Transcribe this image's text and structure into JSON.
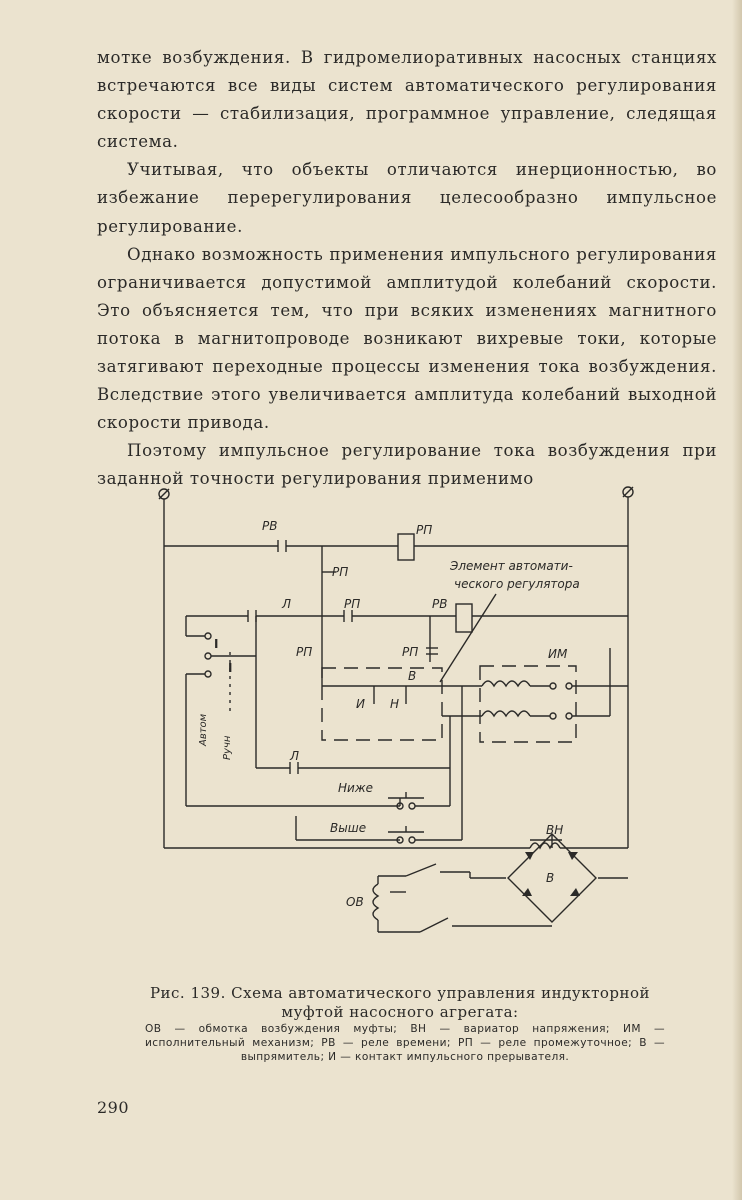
{
  "body": {
    "paragraphs": [
      "мотке возбуждения. В гидромелиоративных насосных станциях встречаются все виды систем автоматического регулирования скорости — стабилизация, программное управление, следящая система.",
      "Учитывая, что объекты отличаются инерционностью, во избежание перерегулирования целесообразно импульсное регулирование.",
      "Однако возможность применения импульсного регулирования ограничивается допустимой амплитудой колебаний скорости. Это объясняется тем, что при всяких изменениях магнитного потока в магнитопроводе возникают вихревые токи, которые затягивают переходные процессы изменения тока возбуждения. Вследствие этого увеличивается амплитуда колебаний выходной скорости привода.",
      "Поэтому импульсное регулирование тока возбуждения при заданной точности регулирования применимо"
    ]
  },
  "figure": {
    "labels": {
      "rv_top": "РВ",
      "rp_coil": "РП",
      "rp_contact1": "РП",
      "element_line1": "Элемент автомати-",
      "element_line2": "ческого регулятора",
      "l_top": "Л",
      "rp_contact2": "РП",
      "rv_coil": "РВ",
      "rp_left": "РП",
      "rp_mid": "РП",
      "im": "ИМ",
      "v_contact": "В",
      "i_contact": "И",
      "n_contact": "Н",
      "switch_left": "I",
      "switch_right": "I",
      "avt": "Автом",
      "ruchn": "Ручн",
      "l_bottom": "Л",
      "nizhe": "Ниже",
      "vyshe": "Выше",
      "vn": "ВН",
      "ov": "ОВ",
      "rectifier": "В"
    }
  },
  "caption": {
    "title": "Рис. 139. Схема автоматического управления индукторной муфтой насосного агрегата:",
    "legend": "ОВ — обмотка возбуждения муфты; ВН — вариатор напряжения; ИМ — исполнительный механизм; РВ — реле времени; РП — реле промежуточное; В — выпрямитель; И — контакт импульсного прерывателя."
  },
  "page_number": "290"
}
